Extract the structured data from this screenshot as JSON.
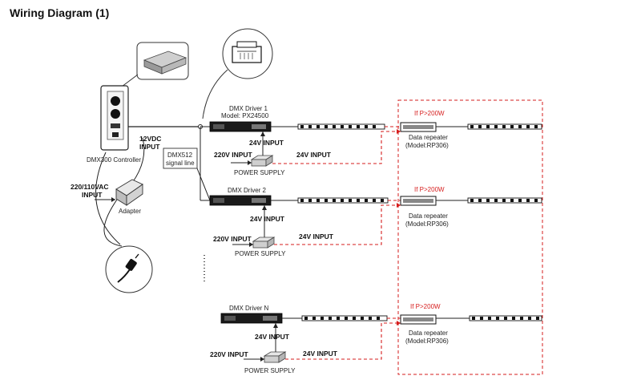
{
  "title": "Wiring Diagram (1)",
  "controller": {
    "name": "DMX300 Controller",
    "dc_input": [
      "12VDC",
      "INPUT"
    ]
  },
  "adapter": {
    "label": "Adapter",
    "ac_input": [
      "220/110VAC",
      "INPUT"
    ]
  },
  "signal_line": [
    "DMX512",
    "signal line"
  ],
  "rows": [
    {
      "driver_name": "DMX Driver 1",
      "driver_model": "Model: PX24500",
      "driver_input": "24V INPUT",
      "psu_input": "220V INPUT",
      "strip_input": "24V INPUT",
      "psu_label": "POWER SUPPLY",
      "repeater_condition": "If P>200W",
      "repeater_name": "Data repeater",
      "repeater_model": "(Model:RP306)"
    },
    {
      "driver_name": "DMX Driver 2",
      "driver_model": "",
      "driver_input": "24V INPUT",
      "psu_input": "220V INPUT",
      "strip_input": "24V INPUT",
      "psu_label": "POWER SUPPLY",
      "repeater_condition": "If P>200W",
      "repeater_name": "Data repeater",
      "repeater_model": "(Model:RP306)"
    },
    {
      "driver_name": "DMX Driver N",
      "driver_model": "",
      "driver_input": "24V INPUT",
      "psu_input": "220V INPUT",
      "strip_input": "24V INPUT",
      "psu_label": "POWER SUPPLY",
      "repeater_condition": "If P>200W",
      "repeater_name": "Data repeater",
      "repeater_model": "(Model:RP306)"
    }
  ],
  "colors": {
    "wire": "#222222",
    "power_wire": "#d61e1e",
    "repeater_box": "#d61e1e",
    "condition_text": "#d61e1e"
  },
  "icons": [
    "controller-device-icon",
    "rj45-plug-icon",
    "power-plug-icon",
    "adapter-icon",
    "led-strip-icon"
  ]
}
